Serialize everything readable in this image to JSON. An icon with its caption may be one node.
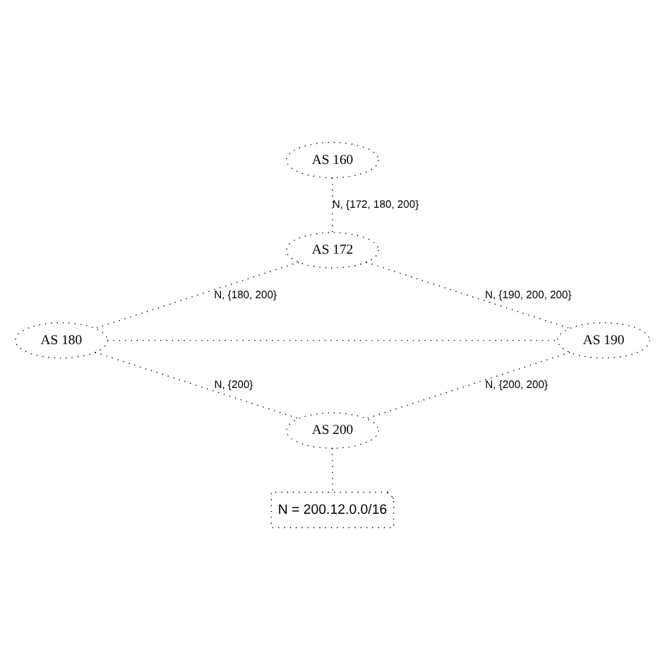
{
  "diagram": {
    "nodes": [
      {
        "text": [
          "AS 160"
        ]
      },
      {
        "text": [
          "AS 172"
        ]
      },
      {
        "text": [
          "AS 180"
        ]
      },
      {
        "text": [
          "AS 190"
        ]
      },
      {
        "text": [
          "AS 200"
        ]
      },
      {
        "text": [
          "N = 200.12.0.0/16"
        ]
      }
    ],
    "edges": [
      {
        "from": 1,
        "to": 0,
        "arrow": "none",
        "label": "N, {172, 180, 200}"
      },
      {
        "from": 1,
        "to": 2,
        "arrow": "none",
        "label": "N, {180, 200}"
      },
      {
        "from": 1,
        "to": 3,
        "arrow": "none",
        "label": "N, {190, 200, 200}"
      },
      {
        "from": 2,
        "to": 3,
        "arrow": "none"
      },
      {
        "from": 2,
        "to": 4,
        "arrow": "none",
        "label": "N, {200}"
      },
      {
        "from": 3,
        "to": 4,
        "arrow": "none",
        "label": "N, {200, 200}"
      },
      {
        "from": 4,
        "to": 5,
        "arrow": "none"
      }
    ]
  }
}
